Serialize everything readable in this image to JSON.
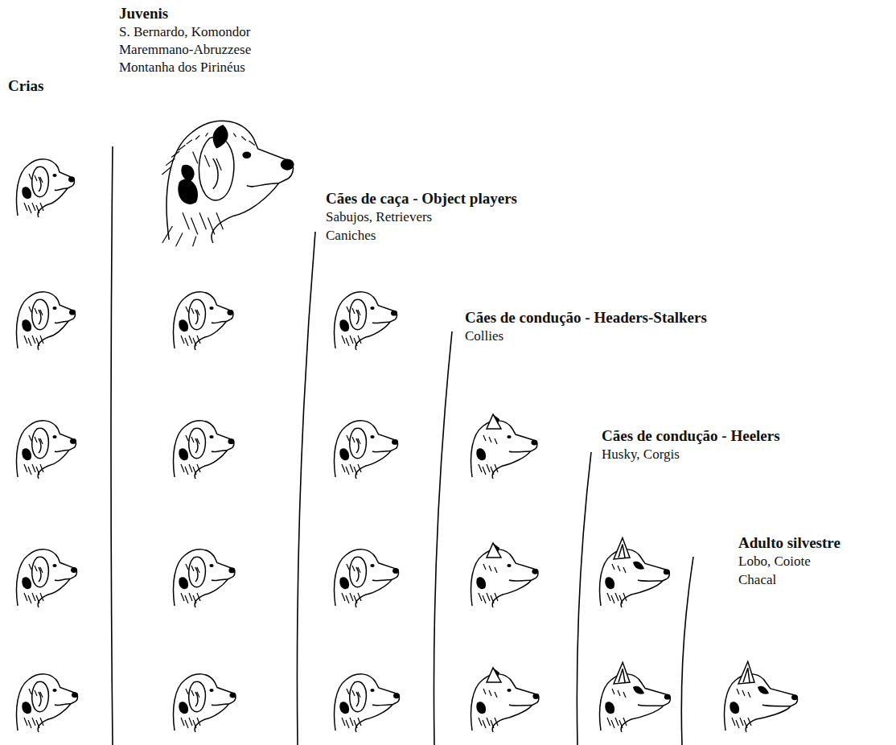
{
  "diagram": {
    "labels": [
      "Juvenis",
      "S. Bernardo, Komondor",
      "Maremmano-Abruzzese",
      "Montanha dos Pirinéus",
      "Crias",
      "Cães de caça - Object players",
      "Sabujos, Retrievers",
      "Caniches",
      "Cães de condução - Headers-Stalkers",
      "Collies",
      "Cães de condução - Heelers",
      "Husky, Corgis",
      "Adulto silvestre",
      "Lobo, Coiote",
      "Chacal"
    ]
  }
}
